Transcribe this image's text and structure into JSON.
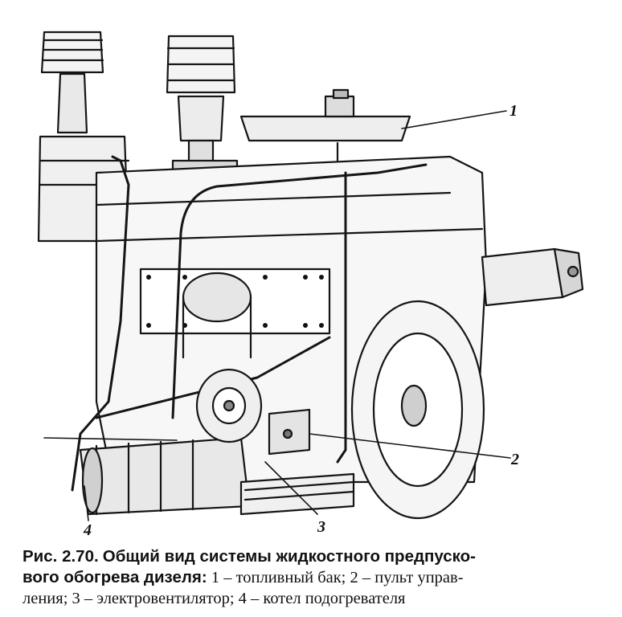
{
  "figure": {
    "callouts": [
      {
        "id": "1",
        "label": "1"
      },
      {
        "id": "2",
        "label": "2"
      },
      {
        "id": "3",
        "label": "3"
      },
      {
        "id": "4",
        "label": "4"
      }
    ]
  },
  "caption": {
    "number": "Рис. 2.70.",
    "title_part1": "Общий вид системы жидкостного предпуско-",
    "title_part2": "вого обогрева дизеля:",
    "item1": "1 – топливный бак; 2 – пульт управ-",
    "item2": "ления; 3 – электровентилятор; 4 – котел подогревателя"
  }
}
